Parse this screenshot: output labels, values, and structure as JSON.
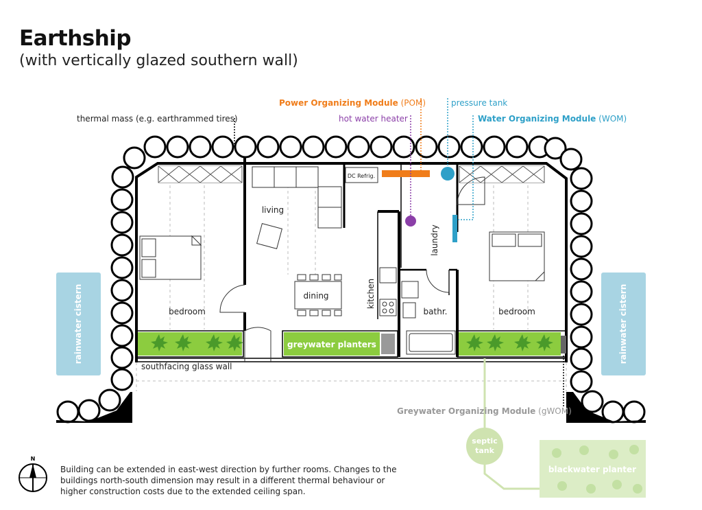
{
  "header": {
    "title": "Earthship",
    "subtitle": "(with vertically glazed southern wall)"
  },
  "labels": {
    "thermal_mass": "thermal mass (e.g. earthrammed tires)",
    "pom_bold": "Power Organizing Module",
    "pom_abbr": " (POM)",
    "pressure_tank": "pressure tank",
    "hot_water_heater": "hot water heater",
    "wom_bold": "Water Organizing Module",
    "wom_abbr": " (WOM)",
    "dc_refrig": "DC Refrig.",
    "living": "living",
    "dining": "dining",
    "kitchen": "kitchen",
    "laundry": "laundry",
    "bathroom": "bathr.",
    "bedroom_west": "bedroom",
    "bedroom_east": "bedroom",
    "rainwater_cistern_west": "rainwater cistern",
    "rainwater_cistern_east": "rainwater cistern",
    "greywater_planters": "greywater planters",
    "southfacing_glass_wall": "southfacing glass wall",
    "gwom_bold": "Greywater Organizing Module",
    "gwom_abbr": " (gWOM)",
    "septic_line1": "septic",
    "septic_line2": "tank",
    "blackwater_planter": "blackwater planter",
    "compass_n": "N"
  },
  "note": "Building can be extended in east-west direction by further rooms. Changes to the buildings north-south dimension may result in a different thermal behaviour or higher construction costs due to the extended ceiling span.",
  "colors": {
    "pom": "#f07d1a",
    "wom": "#2ea0c8",
    "hot_water": "#8b3fa8",
    "cistern": "#a8d4e3",
    "planter_green": "#8ccc3f",
    "gwom_pale": "#cfe3b0",
    "blackwater": "#dcedc6"
  }
}
